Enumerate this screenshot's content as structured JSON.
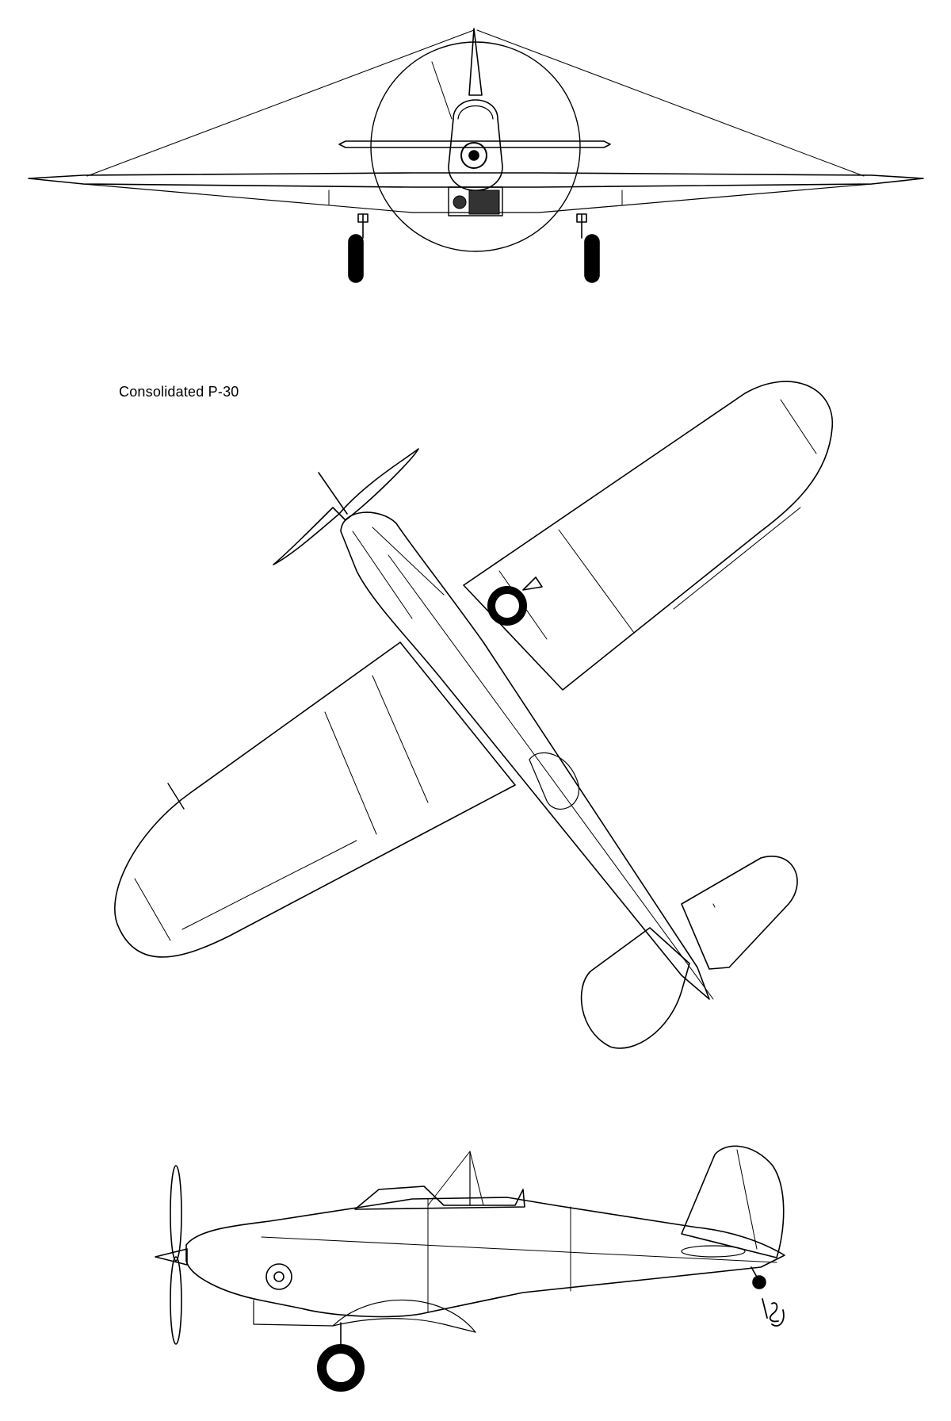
{
  "drawing": {
    "title": "Consolidated P-30",
    "views": [
      {
        "name": "front-view"
      },
      {
        "name": "top-view"
      },
      {
        "name": "side-view"
      }
    ],
    "signature": "LSJ"
  }
}
